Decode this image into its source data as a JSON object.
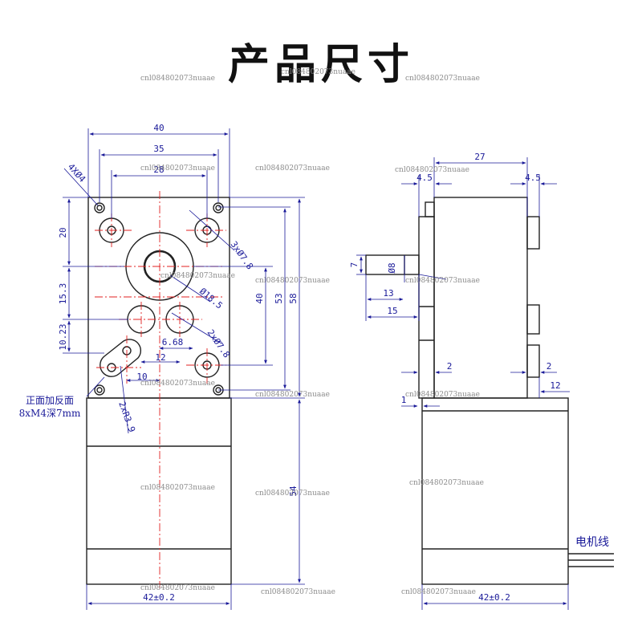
{
  "title": "产品尺寸",
  "front": {
    "dims": {
      "w40": "40",
      "w35": "35",
      "w28": "28",
      "d20": "20",
      "d15_3": "15.3",
      "d10_23": "10.23",
      "h40": "40",
      "h53": "53",
      "h58": "58",
      "h6_68": "6.68",
      "h12": "12",
      "h10": "10",
      "h54": "54",
      "w42": "42±0.2"
    },
    "labels": {
      "holes4": "4XØ4",
      "holes3": "3xØ7.8",
      "d18": "Ø18.5",
      "holes2": "2xØ7.8",
      "r3": "2xR3.9",
      "mount_line1": "正面加反面",
      "mount_line2": "8xM4深7mm"
    }
  },
  "side": {
    "dims": {
      "w27": "27",
      "w4_5a": "4.5",
      "w4_5b": "4.5",
      "d7": "7",
      "d8": "Ø8",
      "w13": "13",
      "w15": "15",
      "w2a": "2",
      "w2b": "2",
      "w1": "1",
      "w12": "12",
      "w42": "42±0.2"
    },
    "wire_label": "电机线"
  },
  "watermark": "cnl084802073nuaae",
  "colors": {
    "dimension": "#1a1a99",
    "center": "#e02020",
    "outline": "#222222"
  }
}
